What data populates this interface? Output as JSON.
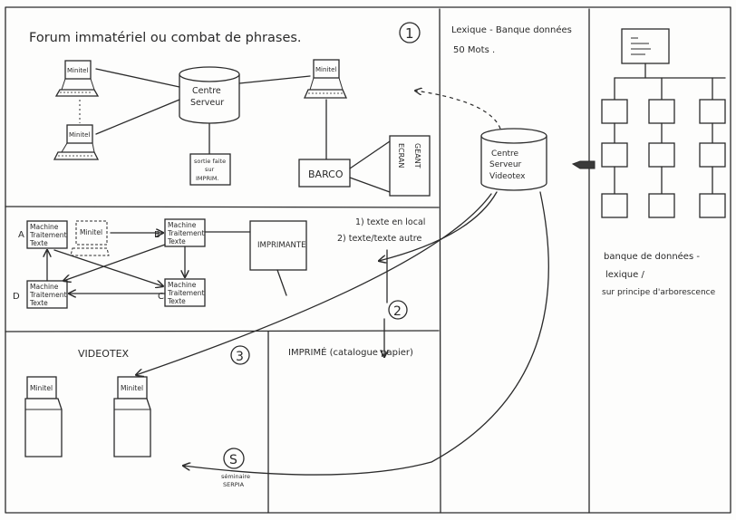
{
  "panel1": {
    "number": "1",
    "title": "Forum immatériel ou combat de phrases.",
    "minitel_top_left": "Minitel",
    "minitel_bottom_left": "Minitel",
    "minitel_top_right": "Minitel",
    "server_line1": "Centre",
    "server_line2": "Serveur",
    "printer_line1": "sortie faite",
    "printer_line2": "sur",
    "printer_line3": "IMPRIM.",
    "barco": "BARCO",
    "screen_word1": "ECRAN",
    "screen_word2": "GEANT"
  },
  "panel2": {
    "number": "2",
    "label_a": "A",
    "label_b": "B",
    "label_c": "C",
    "label_d": "D",
    "machine_line1": "Machine",
    "machine_line2": "Traitement",
    "machine_line3": "Texte",
    "minitel": "Minitel",
    "printer": "IMPRIMANTE",
    "note1": "1) texte en local",
    "note2": "2) texte/texte autre"
  },
  "center": {
    "lexique_title": "Lexique - Banque données",
    "mots": "50 Mots .",
    "videotex_server_line1": "Centre",
    "videotex_server_line2": "Serveur",
    "videotex_server_line3": "Videotex"
  },
  "panel3": {
    "number": "3",
    "videotex_title": "VIDEOTEX",
    "minitel1": "Minitel",
    "minitel2": "Minitel",
    "imprime_title": "IMPRIMÉ (catalogue papier)",
    "seminar_symbol": "S",
    "seminar_line1": "séminaire",
    "seminar_line2": "SERPIA"
  },
  "right": {
    "db_line1": "banque de données -",
    "db_line2": "lexique /",
    "db_line3": "sur principe d'arborescence"
  }
}
